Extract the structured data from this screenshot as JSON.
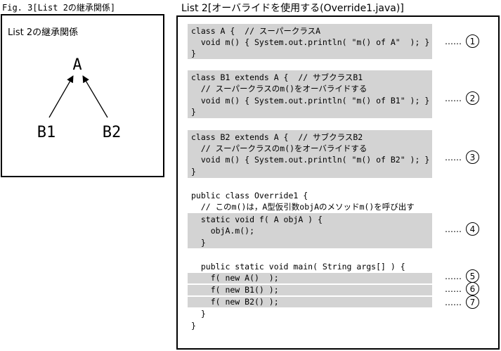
{
  "figure": {
    "caption": "Fig. 3[List 2の継承関係]",
    "title": "List 2の継承関係",
    "nodes": {
      "a": "A",
      "b1": "B1",
      "b2": "B2"
    }
  },
  "listing": {
    "caption": "List 2[オーバライドを使用する(Override1.java)]",
    "lines": {
      "l1": "class A {  // スーパークラスA",
      "l2": "  void m() { System.out.println( \"m() of A\"  ); }",
      "l3": "}",
      "l4": "class B1 extends A {  // サブクラスB1",
      "l5": "  // スーパークラスのm()をオーバライドする",
      "l6": "  void m() { System.out.println( \"m() of B1\" ); }",
      "l7": "}",
      "l8": "class B2 extends A {  // サブクラスB2",
      "l9": "  // スーパークラスのm()をオーバライドする",
      "l10": "  void m() { System.out.println( \"m() of B2\" ); }",
      "l11": "}",
      "l12": "public class Override1 {",
      "l13": "  // このm()は，A型仮引数objAのメソッドm()を呼び出す",
      "l14": "  static void f( A objA ) {",
      "l15": "    objA.m();",
      "l16": "  }",
      "l17": "  public static void main( String args[] ) {",
      "l18": "    f( new A()  );",
      "l19": "    f( new B1() );",
      "l20": "    f( new B2() );",
      "l21": "  }",
      "l22": "}"
    },
    "markers": {
      "dots": "……",
      "m1": "1",
      "m2": "2",
      "m3": "3",
      "m4": "4",
      "m5": "5",
      "m6": "6",
      "m7": "7"
    }
  }
}
